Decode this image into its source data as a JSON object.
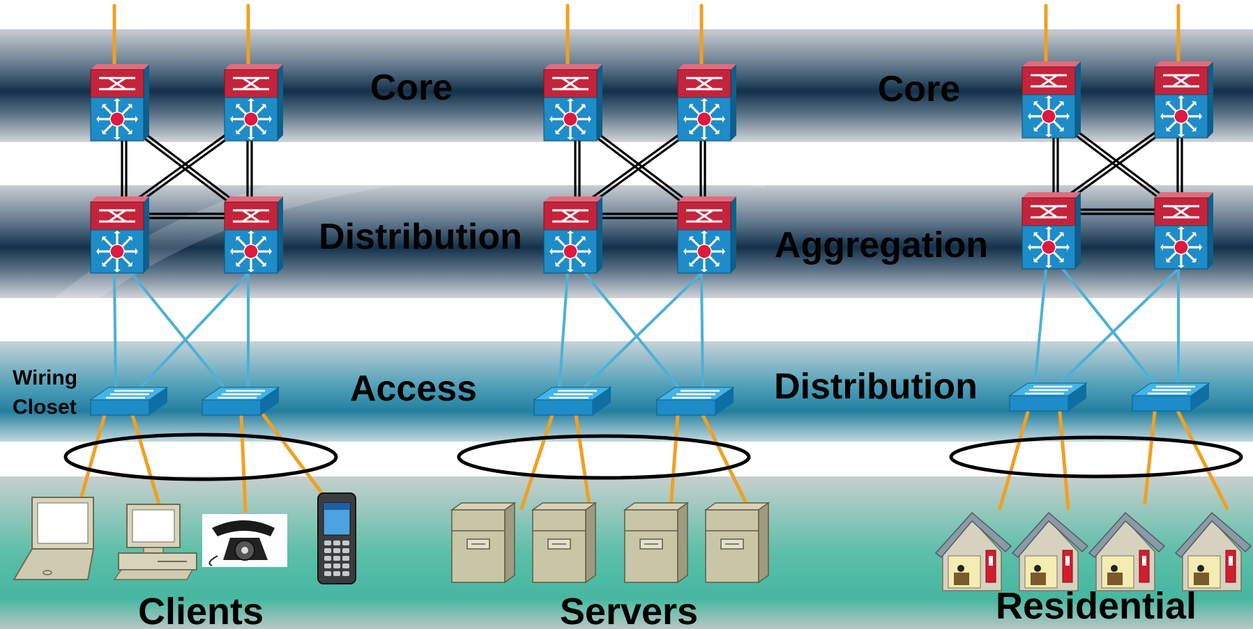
{
  "colors": {
    "band_dark": "#17304a",
    "band_light": "#d2d4d6",
    "access_band": "#2a8fb0",
    "client_band": "#3bb9a2",
    "router_red": "#c4243b",
    "switch_blue": "#1d8cc8",
    "uplink_orange": "#f0a023",
    "link_blue": "#4db0d6",
    "link_black": "#000000"
  },
  "columns": [
    {
      "layers": {
        "core": "Core",
        "middle": "Distribution",
        "bottom": "Access"
      },
      "side_note": [
        "Wiring",
        "Closet"
      ],
      "endpoints_title": "Clients",
      "endpoint_icons": [
        "laptop-icon",
        "desktop-icon",
        "telephone-icon",
        "pda-icon"
      ]
    },
    {
      "layers": {
        "core": "",
        "middle": "",
        "bottom": ""
      },
      "endpoints_title": "Servers",
      "endpoint_icons": [
        "server-icon",
        "server-icon",
        "server-icon",
        "server-icon"
      ]
    },
    {
      "layers": {
        "core": "Core",
        "middle": "Aggregation",
        "bottom": "Distribution"
      },
      "endpoints_title": "Residential",
      "endpoint_icons": [
        "house-icon",
        "house-icon",
        "house-icon",
        "house-icon"
      ]
    }
  ]
}
